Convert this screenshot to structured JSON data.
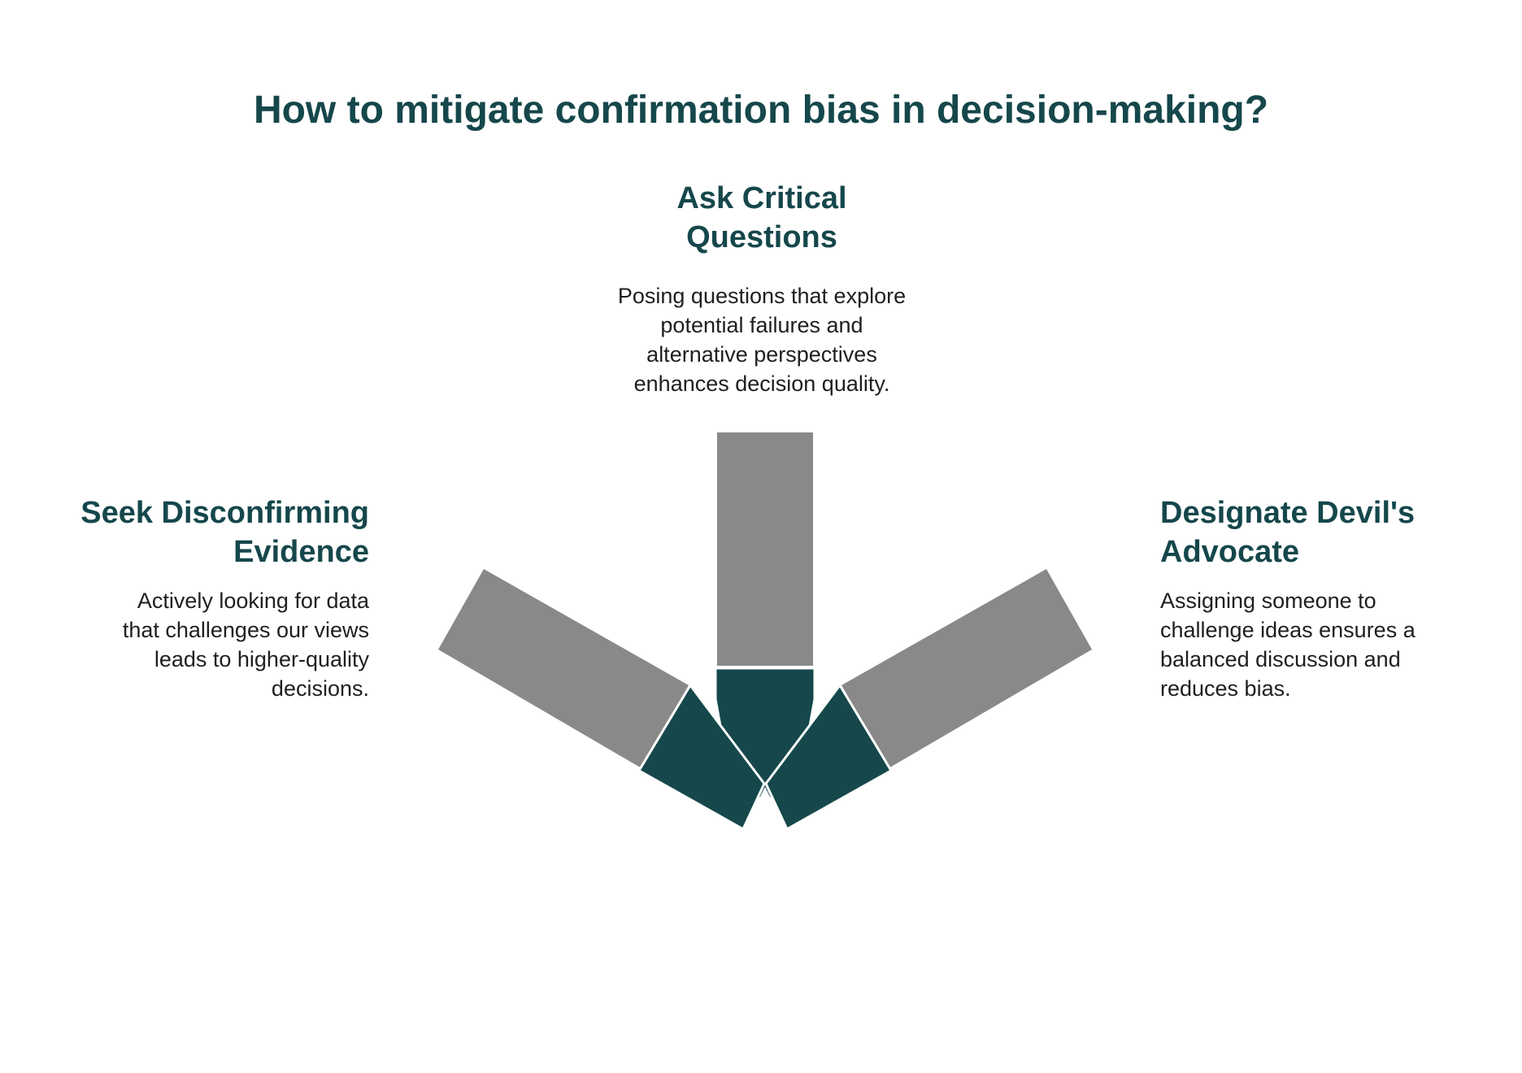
{
  "title": "How to mitigate confirmation bias in decision-making?",
  "colors": {
    "title": "#15474b",
    "hub": "#15474b",
    "arm": "#898989",
    "text": "#1f1f1f"
  },
  "items": [
    {
      "heading": "Ask Critical\nQuestions",
      "description": "Posing questions that explore\npotential failures and\nalternative perspectives\nenhances decision quality."
    },
    {
      "heading": "Seek Disconfirming\nEvidence",
      "description": "Actively looking for data\nthat challenges our views\nleads to higher-quality\ndecisions."
    },
    {
      "heading": "Designate Devil's\nAdvocate",
      "description": "Assigning someone to\nchallenge ideas ensures a\nbalanced discussion and\nreduces bias."
    }
  ]
}
